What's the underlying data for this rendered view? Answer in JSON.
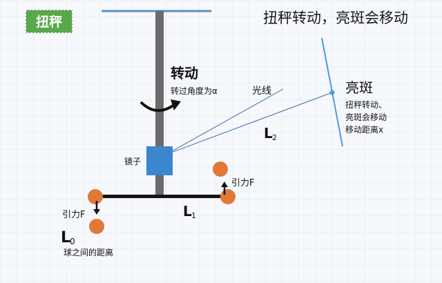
{
  "badge": {
    "text": "扭秤",
    "color": "#5aa84a"
  },
  "title": "扭秤转动，亮斑会移动",
  "rotation": {
    "heading": "转动",
    "note": "转过角度为α"
  },
  "light_label": "光线",
  "mirror_label": "镜子",
  "spot": {
    "heading": "亮斑",
    "line1": "扭秤转动、",
    "line2": "亮斑会移动",
    "line3": "移动距离x"
  },
  "forces": {
    "left": "引力F",
    "right": "引力F"
  },
  "lengths": {
    "L2": {
      "main": "L",
      "sub": "2"
    },
    "L1": {
      "main": "L",
      "sub": "1"
    },
    "L0": {
      "main": "L",
      "sub": "0"
    }
  },
  "distance_note": "球之间的距离",
  "colors": {
    "rod": "#6b6b6b",
    "ceiling": "#5b8fbf",
    "mirror": "#3b86cf",
    "ball": "#e07838",
    "screen": "#4a9be0",
    "light": "#3d6aa8",
    "beam": "#151515",
    "grid": "#dfe7f1"
  }
}
